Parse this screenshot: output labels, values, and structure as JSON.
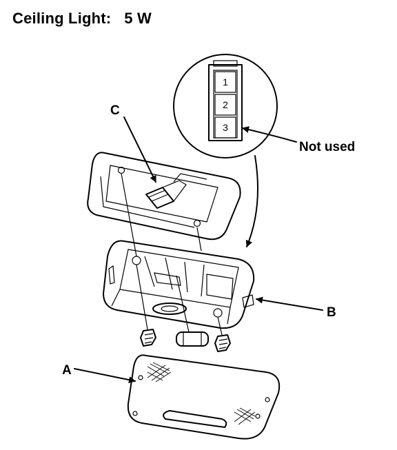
{
  "title": "Ceiling Light:   5 W",
  "labels": {
    "a": "A",
    "b": "B",
    "c": "C",
    "not_used": "Not used"
  },
  "connector_pins": [
    "1",
    "2",
    "3"
  ]
}
